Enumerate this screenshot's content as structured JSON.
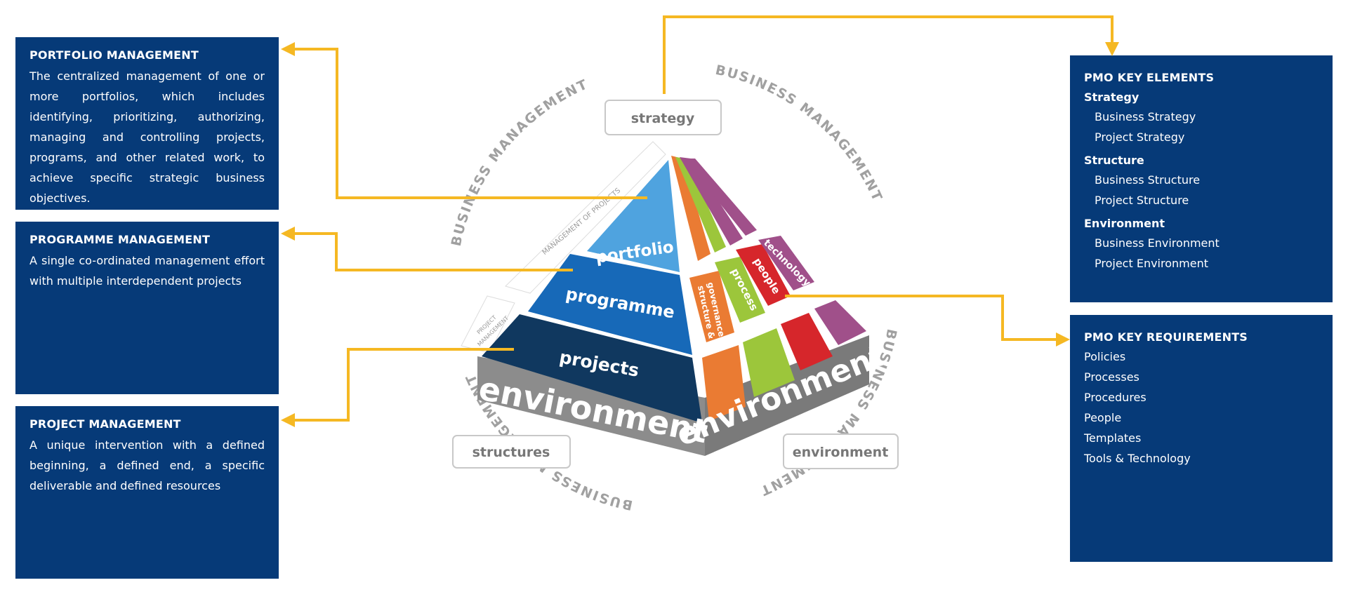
{
  "panels": {
    "portfolio": {
      "title": "PORTFOLIO MANAGEMENT",
      "text": "The centralized management of one or more portfolios, which includes identifying, prioritizing, authorizing, managing and controlling projects, programs, and other related work, to achieve specific strategic business objectives."
    },
    "programme": {
      "title": "PROGRAMME MANAGEMENT",
      "text": "A single co-ordinated management effort with multiple interdependent projects"
    },
    "project": {
      "title": "PROJECT MANAGEMENT",
      "text": "A unique intervention with a defined beginning, a defined end, a specific deliverable and defined resources"
    },
    "elements": {
      "title": "PMO KEY ELEMENTS",
      "groups": [
        {
          "label": "Strategy",
          "items": [
            "Business Strategy",
            "Project Strategy"
          ]
        },
        {
          "label": "Structure",
          "items": [
            "Business Structure",
            "Project Structure"
          ]
        },
        {
          "label": "Environment",
          "items": [
            "Business Environment",
            "Project Environment"
          ]
        }
      ]
    },
    "requirements": {
      "title": "PMO KEY REQUIREMENTS",
      "items": [
        "Policies",
        "Processes",
        "Procedures",
        "People",
        "Templates",
        "Tools & Technology"
      ]
    }
  },
  "diagram": {
    "ring_text": "BUSINESS MANAGEMENT",
    "boxes": {
      "strategy": "strategy",
      "structures": "structures",
      "environment": "environment"
    },
    "tiers": {
      "portfolio": "portfolio",
      "programme": "programme",
      "projects": "projects"
    },
    "base": {
      "front": "environment",
      "side": "environment"
    },
    "side_labels": {
      "structure_1": "structure &",
      "structure_2": "governance",
      "process": "process",
      "people": "people",
      "technology": "technology"
    },
    "small_labels": {
      "mop": "MANAGEMENT OF PROJECTS",
      "pm_1": "PROJECT",
      "pm_2": "MANAGEMENT"
    },
    "colors": {
      "panel": "#063a78",
      "arrow": "#f5b823",
      "portfolio": "#4fa3df",
      "programme": "#1769b8",
      "projects": "#10385f",
      "orange": "#ea7b33",
      "green": "#9cc63b",
      "red": "#d6262b",
      "purple": "#a0508a",
      "base": "#8c8c8c"
    }
  }
}
